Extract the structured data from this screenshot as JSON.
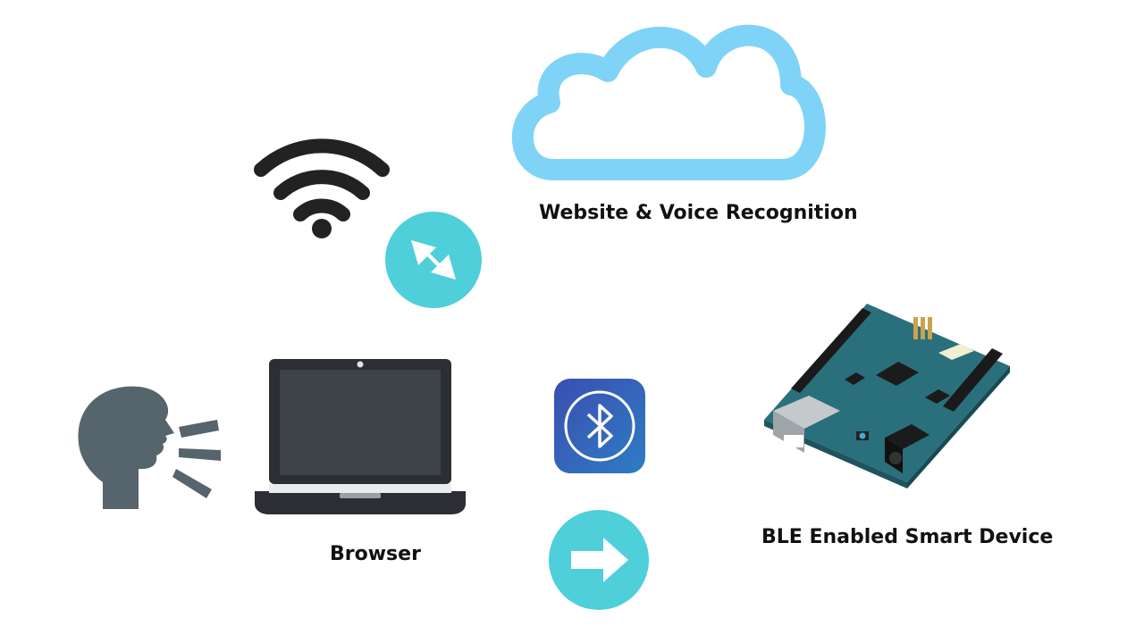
{
  "labels": {
    "cloud": "Website & Voice Recognition",
    "laptop": "Browser",
    "device": "BLE Enabled Smart Device"
  },
  "colors": {
    "cloud_stroke": "#7fd3f7",
    "teal_circle": "#4ecfd9",
    "wifi": "#222222",
    "speaker": "#56646d",
    "bluetooth_bg_top": "#3a4fb0",
    "bluetooth_bg_bottom": "#2f7cc4",
    "board": "#2a6f7c"
  },
  "icons": [
    "cloud-icon",
    "wifi-icon",
    "bidirectional-arrow-icon",
    "speaking-head-icon",
    "laptop-icon",
    "bluetooth-icon",
    "right-arrow-icon",
    "arduino-board-icon"
  ]
}
